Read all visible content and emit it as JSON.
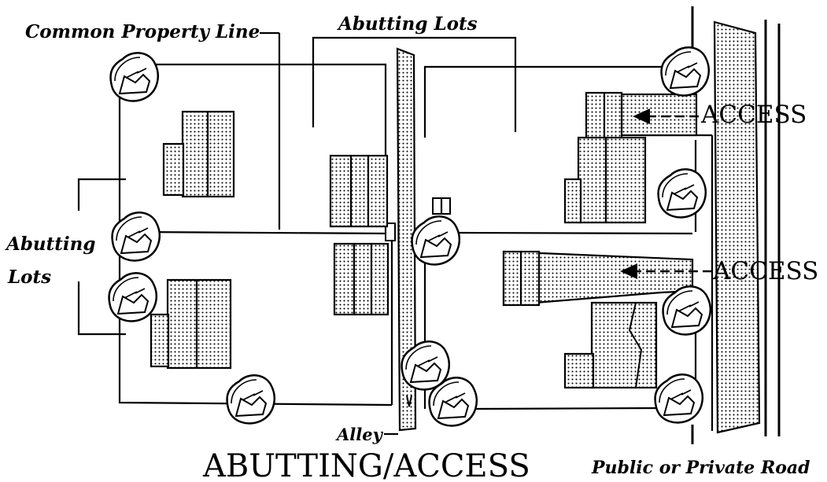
{
  "labels": {
    "common_property_line": "Common Property Line",
    "abutting_lots_top": "Abutting Lots",
    "abutting_lots_left_line1": "Abutting",
    "abutting_lots_left_line2": "Lots",
    "access_upper": "ACCESS",
    "access_lower": "ACCESS",
    "alley": "Alley",
    "public_or_private_road": "Public or Private Road",
    "caption": "ABUTTING/ACCESS"
  },
  "colors": {
    "ink": "#000000",
    "paper": "#ffffff"
  }
}
